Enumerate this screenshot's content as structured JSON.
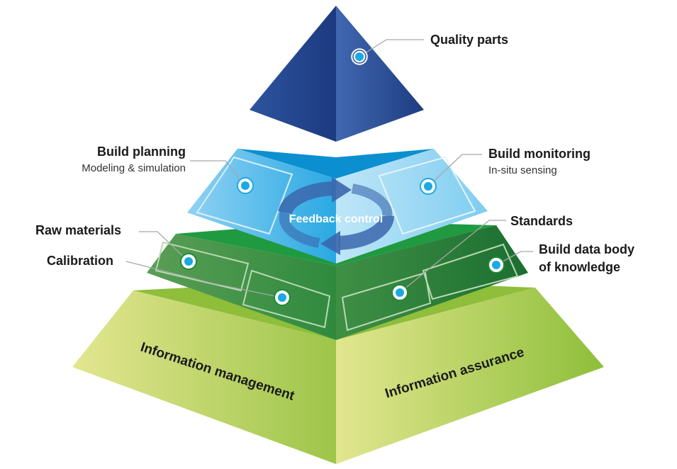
{
  "labels": {
    "quality_parts": "Quality parts",
    "build_planning": "Build planning",
    "build_planning_sub": "Modeling & simulation",
    "build_monitoring": "Build monitoring",
    "build_monitoring_sub": "In-situ sensing",
    "feedback_control": "Feedback control",
    "raw_materials": "Raw materials",
    "calibration": "Calibration",
    "standards": "Standards",
    "build_data_line1": "Build data body",
    "build_data_line2": "of knowledge",
    "information_management": "Information management",
    "information_assurance": "Information assurance"
  },
  "colors": {
    "top_tier_dark": "#1f3f86",
    "top_tier_light": "#3a64ae",
    "blue_tier": "#0fa0df",
    "blue_tier_light": "#7ecbf0",
    "green_tier": "#1e8a3c",
    "green_tier_dark": "#166b2c",
    "base_light": "#dfe58a",
    "base_dark": "#8fbf3a",
    "marker": "#1aa9e3"
  }
}
